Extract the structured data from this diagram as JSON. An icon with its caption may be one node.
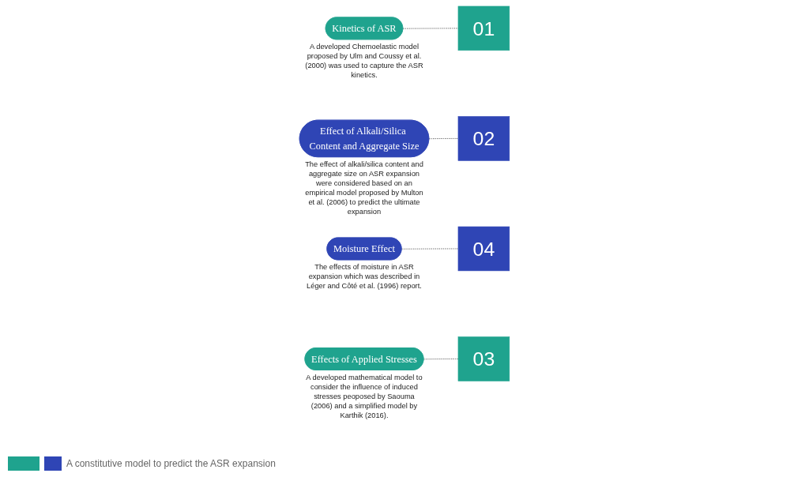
{
  "diagram": {
    "nodes": [
      {
        "text": [
          "Kinetics of ASR"
        ],
        "beside": [
          "A developed Chemoelastic model proposed by Ulm and Coussy et al. (2000) was used to capture the ASR kinetics."
        ]
      },
      {
        "text": [
          "01"
        ]
      },
      {
        "text": [
          "02"
        ]
      },
      {
        "text": [
          "Effect of Alkali/Silica Content and Aggregate Size"
        ],
        "beside": [
          "The effect of alkali/silica content and aggregate size on ASR expansion were considered based on an empirical model proposed by Multon et al. (2006) to predict the ultimate expansion"
        ]
      },
      {
        "text": [
          "Moisture Effect"
        ],
        "beside": [
          "The effects of moisture in ASR expansion which was described in Léger and Côté et al. (1996) report."
        ]
      },
      {
        "text": [
          "04"
        ]
      },
      {
        "text": [
          "03"
        ]
      },
      {
        "text": [
          "Effects of Applied Stresses"
        ],
        "beside": [
          "A developed mathematical model to consider the influence of induced stresses peoposed by Saouma (2006) and a simplified model by Karthik (2016)."
        ]
      }
    ],
    "edges": [
      {
        "from": 0,
        "to": 1,
        "arrow": "none",
        "style": "dashed"
      },
      {
        "from": 3,
        "to": 2,
        "arrow": "none",
        "style": "dashed"
      },
      {
        "from": 7,
        "to": 6,
        "arrow": "none",
        "style": "dashed"
      },
      {
        "from": 4,
        "to": 5,
        "arrow": "none",
        "style": "dashed"
      }
    ],
    "legend": [
      {
        "text": "A constitutive model to predict the ASR expansion",
        "color": "#1fa38e"
      }
    ]
  }
}
